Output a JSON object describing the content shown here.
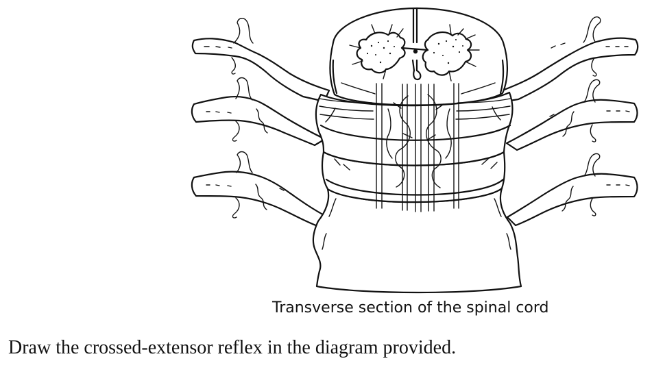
{
  "figure": {
    "caption": "Transverse section of the spinal cord"
  },
  "question": {
    "instruction": "Draw the crossed-extensor reflex in the diagram provided."
  },
  "icons": {
    "diagram": "spinal-cord-section-illustration"
  }
}
